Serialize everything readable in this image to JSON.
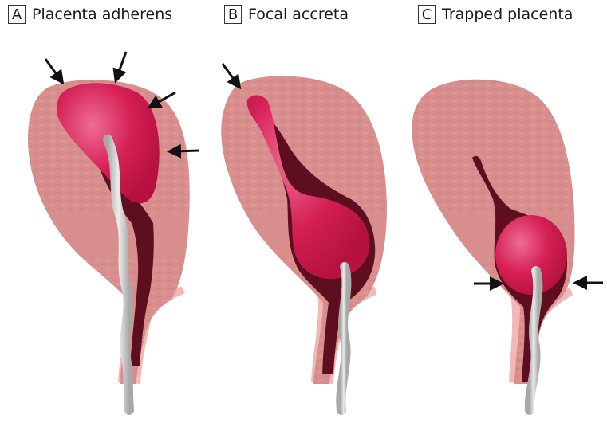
{
  "panels": [
    {
      "letter": "A",
      "title": "Placenta adherens"
    },
    {
      "letter": "B",
      "title": "Focal accreta"
    },
    {
      "letter": "C",
      "title": "Trapped placenta"
    }
  ],
  "colors": {
    "uterus_wall": "#d98e8e",
    "uterus_texture": "#c97c7c",
    "cavity_dark": "#5e0f1f",
    "placenta": "#d51f55",
    "placenta_highlight": "#ee6c94",
    "cord": "#c9c9c9",
    "cervix_edge": "#f2b7b7",
    "arrow": "#111111"
  },
  "icons": [
    "arrow-icon"
  ]
}
